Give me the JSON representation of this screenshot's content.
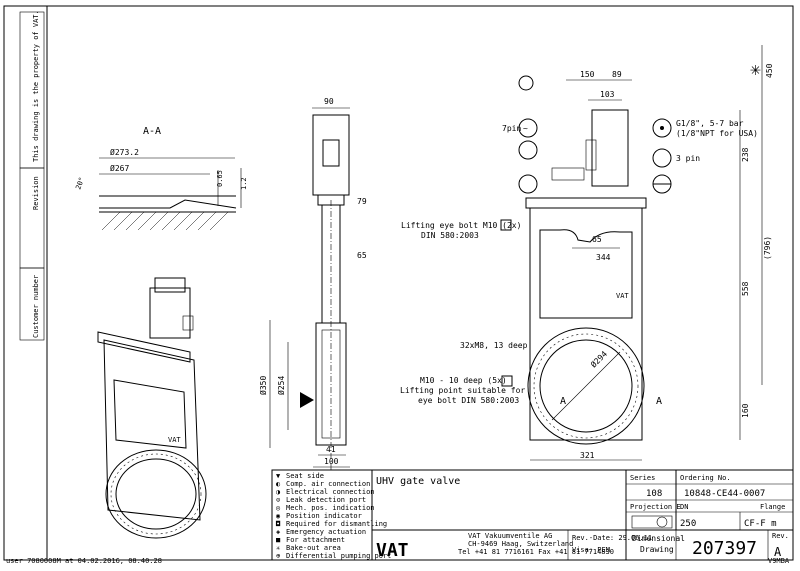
{
  "margin": {
    "property_note": "This drawing is the property of VAT.",
    "revision_label": "Revision",
    "customer_number_label": "Customer number"
  },
  "section": {
    "title": "A-A",
    "dia_outer": "Ø273.2",
    "dia_inner": "Ø267",
    "angle": "20°",
    "dim_small": "0.65",
    "dim_height": "1.2"
  },
  "side_view": {
    "width_top": "90",
    "dim_79": "79",
    "dim_65": "65",
    "dia_350": "Ø350",
    "dia_254": "Ø254",
    "dim_41": "41",
    "dim_100": "100"
  },
  "front_view": {
    "dim_150": "150",
    "dim_89": "89",
    "dim_103": "103",
    "dim_450": "450",
    "dim_238": "238",
    "dim_65": "65",
    "dim_344": "344",
    "dim_796": "(796)",
    "dim_558": "558",
    "dim_160": "160",
    "dim_321": "321",
    "dia_294": "Ø294",
    "air_supply_line1": "G1/8\", 5-7 bar",
    "air_supply_line2": "(1/8\"NPT for USA)",
    "pin3": "3 pin",
    "pin7": "7pin",
    "lifting_eye_line1": "Lifting eye bolt M10 (2x)",
    "lifting_eye_line2": "DIN 580:2003",
    "thread_note": "32xM8, 13 deep",
    "lift_point_line1": "M10 - 10 deep (5x)",
    "lift_point_line2": "Lifting point suitable for",
    "lift_point_line3": "eye bolt DIN 580:2003",
    "section_mark": "A"
  },
  "legend": [
    "Seat side",
    "Comp. air connection",
    "Electrical connection",
    "Leak detection port",
    "Mech. pos. indication",
    "Position indicator",
    "Required for dismantling",
    "Emergency actuation",
    "For attachment",
    "Bake-out area",
    "Differential pumping port"
  ],
  "legend_icons": [
    "seat-side-icon",
    "air-connection-icon",
    "electrical-connection-icon",
    "leak-port-icon",
    "mech-indication-icon",
    "position-indicator-icon",
    "dismantling-icon",
    "emergency-icon",
    "attachment-icon",
    "bakeout-icon",
    "pumping-port-icon"
  ],
  "title_block": {
    "product": "UHV gate valve",
    "series_label": "Series",
    "series": "108",
    "ordering_label": "Ordering No.",
    "ordering_no": "10848-CE44-0007",
    "projection_label": "Projection E",
    "dn_label": "DN",
    "dn": "250",
    "flange_label": "Flange",
    "flange": "CF-F  m",
    "company": "VAT Vakuumventile AG",
    "address": "CH-9469 Haag, Switzerland",
    "phone": "Tel +41 81 7716161 Fax +41 81 7714830",
    "logo": "VAT",
    "rev_date": "Rev.-Date: 29.06.11",
    "visa": "Visa: PEM",
    "doc_type_line1": "Dimensional",
    "doc_type_line2": "Drawing",
    "drawing_no": "207397",
    "rev_label": "Rev.",
    "rev": "A"
  },
  "footer": {
    "user_stamp": "user 7080008M at 04.02.2016, 08:40:28",
    "corner_code": "V9MBA"
  }
}
